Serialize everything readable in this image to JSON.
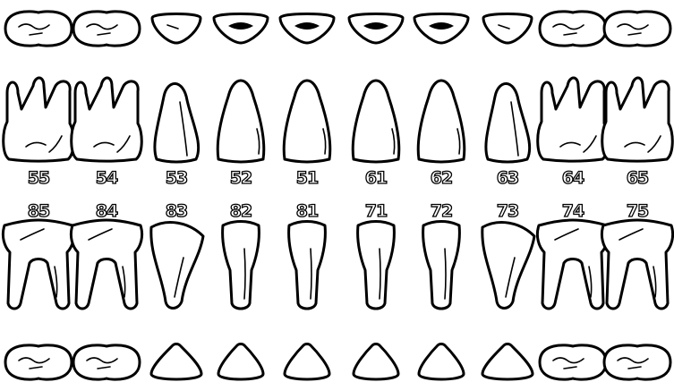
{
  "diagram": {
    "upper_teeth": [
      {
        "number": "55",
        "kind": "molar"
      },
      {
        "number": "54",
        "kind": "molar"
      },
      {
        "number": "53",
        "kind": "canine"
      },
      {
        "number": "52",
        "kind": "incisor"
      },
      {
        "number": "51",
        "kind": "incisor"
      },
      {
        "number": "61",
        "kind": "incisor"
      },
      {
        "number": "62",
        "kind": "incisor"
      },
      {
        "number": "63",
        "kind": "canine"
      },
      {
        "number": "64",
        "kind": "molar"
      },
      {
        "number": "65",
        "kind": "molar"
      }
    ],
    "lower_teeth": [
      {
        "number": "85",
        "kind": "molar"
      },
      {
        "number": "84",
        "kind": "molar"
      },
      {
        "number": "83",
        "kind": "canine"
      },
      {
        "number": "82",
        "kind": "incisor"
      },
      {
        "number": "81",
        "kind": "incisor"
      },
      {
        "number": "71",
        "kind": "incisor"
      },
      {
        "number": "72",
        "kind": "incisor"
      },
      {
        "number": "73",
        "kind": "canine"
      },
      {
        "number": "74",
        "kind": "molar"
      },
      {
        "number": "75",
        "kind": "molar"
      }
    ],
    "colors": {
      "outline": "#000000",
      "background": "#ffffff"
    }
  }
}
